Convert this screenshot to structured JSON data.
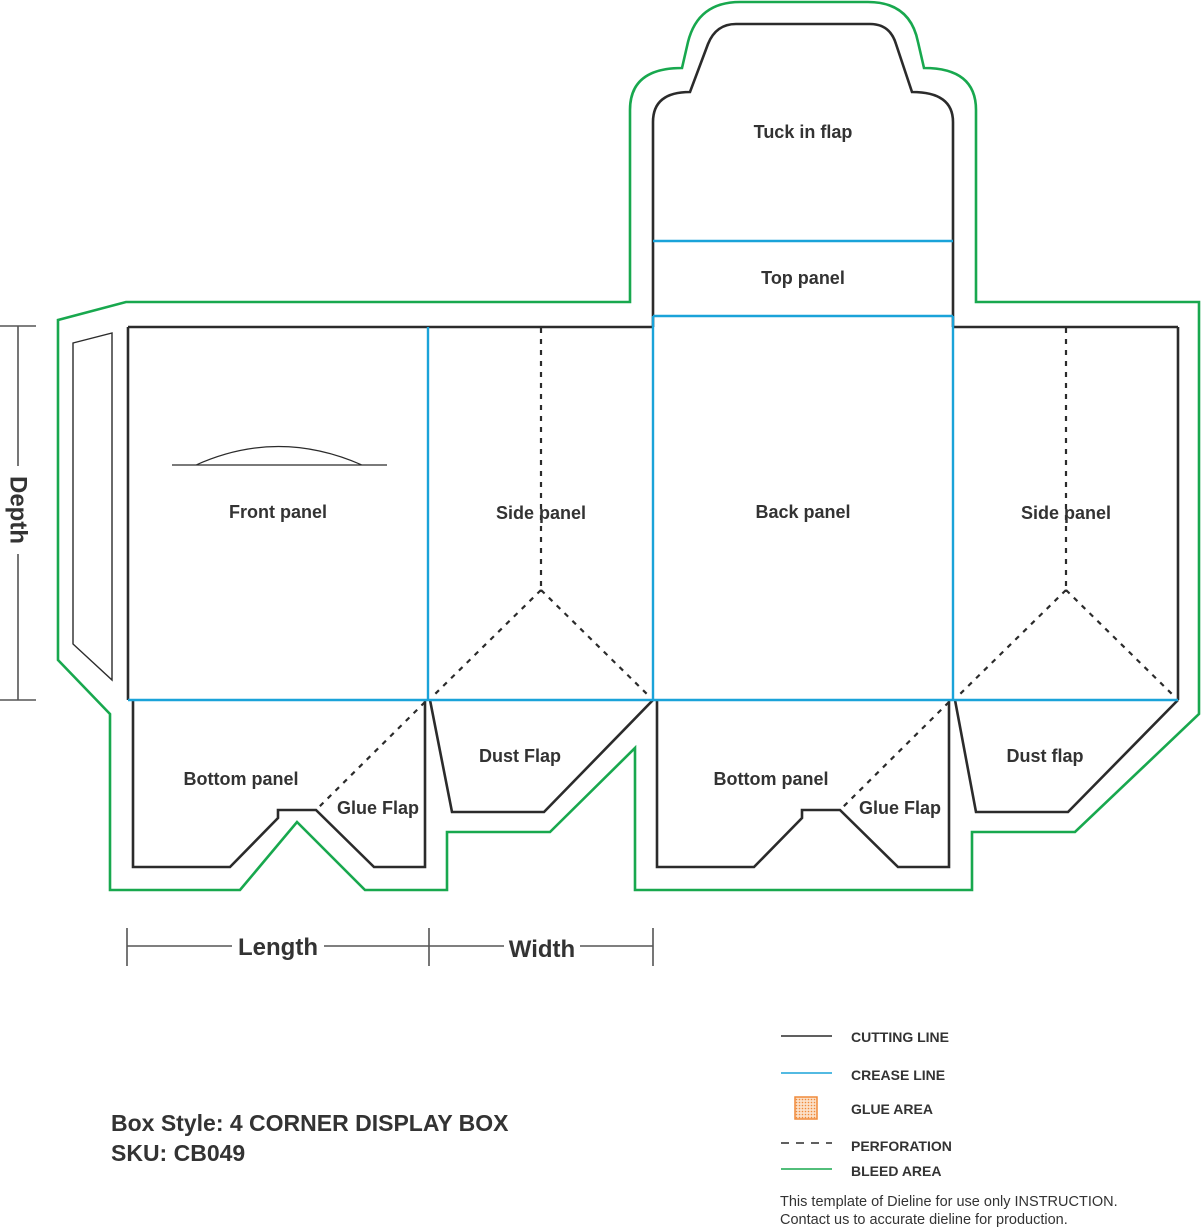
{
  "colors": {
    "cutting": "#2b2b2b",
    "crease": "#1aa3d9",
    "bleed": "#18a84e",
    "glue": "#f08a3a",
    "text": "#333333"
  },
  "panels": {
    "tuck_in_flap": "Tuck in flap",
    "top_panel": "Top panel",
    "front_panel": "Front panel",
    "side_panel_1": "Side panel",
    "back_panel": "Back panel",
    "side_panel_2": "Side panel",
    "bottom_panel_1": "Bottom panel",
    "glue_flap_1": "Glue Flap",
    "dust_flap_1": "Dust Flap",
    "bottom_panel_2": "Bottom panel",
    "glue_flap_2": "Glue Flap",
    "dust_flap_2": "Dust flap"
  },
  "dimensions": {
    "depth": "Depth",
    "length": "Length",
    "width": "Width"
  },
  "legend": {
    "cutting_line": "CUTTING LINE",
    "crease_line": "CREASE LINE",
    "glue_area": "GLUE AREA",
    "perforation": "PERFORATION",
    "bleed_area": "BLEED AREA"
  },
  "info": {
    "box_style": "Box Style: 4 CORNER DISPLAY BOX",
    "sku": "SKU: CB049"
  },
  "note": {
    "line1": "This template of Dieline for use only INSTRUCTION.",
    "line2": "Contact us to accurate dieline for production."
  }
}
